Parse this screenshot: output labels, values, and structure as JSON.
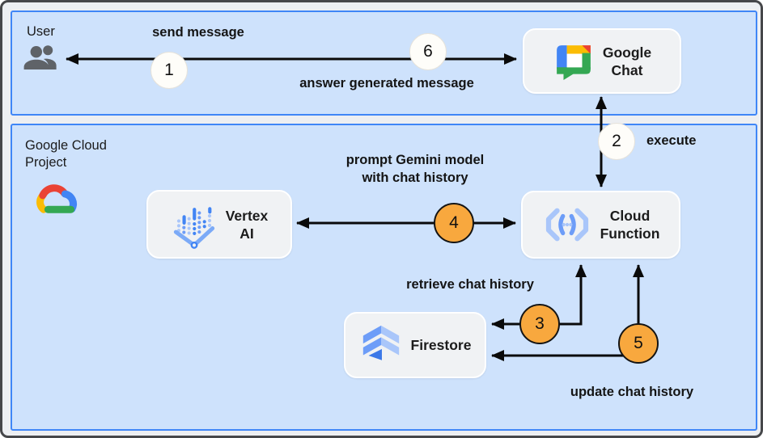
{
  "zones": {
    "user": {
      "label": "User"
    },
    "gcp": {
      "label": "Google Cloud\nProject"
    }
  },
  "nodes": {
    "google_chat": {
      "label": "Google\nChat"
    },
    "vertex_ai": {
      "label": "Vertex\nAI"
    },
    "cloud_function": {
      "label": "Cloud\nFunction"
    },
    "firestore": {
      "label": "Firestore"
    }
  },
  "steps": {
    "s1": {
      "number": "1",
      "label": "send message"
    },
    "s2": {
      "number": "2",
      "label": "execute"
    },
    "s3": {
      "number": "3",
      "label": "retrieve chat history"
    },
    "s4": {
      "number": "4",
      "label_line1": "prompt Gemini model",
      "label_line2": "with chat history"
    },
    "s5": {
      "number": "5",
      "label": "update chat history"
    },
    "s6": {
      "number": "6",
      "label": "answer generated message"
    }
  },
  "icons": {
    "user_zone": "users-icon",
    "gcp_zone": "google-cloud-logo",
    "google_chat": "google-chat-icon",
    "vertex_ai": "vertex-ai-icon",
    "cloud_function": "cloud-function-icon",
    "firestore": "firestore-icon"
  },
  "colors": {
    "zone_fill": "#CEE2FC",
    "zone_border": "#3F86F7",
    "node_fill": "#F0F2F4",
    "badge_white": "#FEFDF9",
    "badge_orange": "#F8A83E",
    "arrow": "#0A0A0A",
    "frame_bg": "#EDEFF2"
  }
}
